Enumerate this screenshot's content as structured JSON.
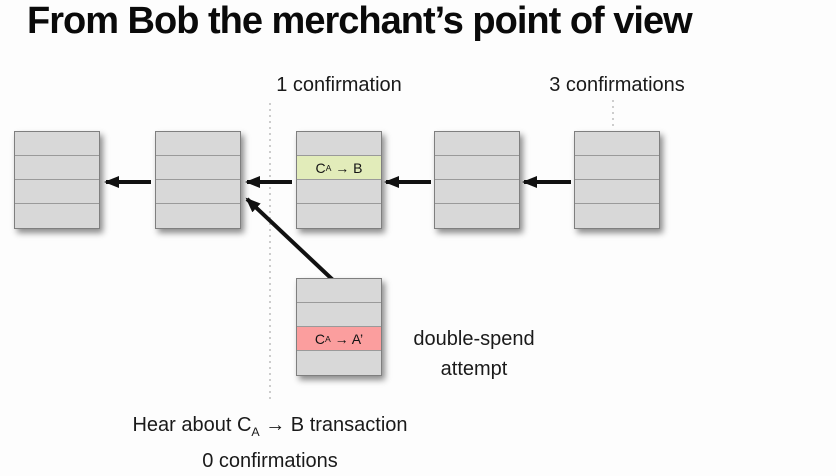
{
  "title": "From Bob the merchant’s point of view",
  "annotations": {
    "one_confirmation": "1 confirmation",
    "three_confirmations": "3 confirmations",
    "double_spend": {
      "line1": "double-spend",
      "line2": "attempt"
    },
    "hear": {
      "prefix": "Hear about C",
      "sub": "A",
      "rest": " → B transaction"
    },
    "zero_confirmations": "0 confirmations"
  },
  "transactions": {
    "to_b": {
      "prefix": "C",
      "sub": "A",
      "rest": " → B"
    },
    "to_a_prime": {
      "prefix": "C",
      "sub": "A",
      "rest": " → A’"
    }
  },
  "diagram": {
    "main_chain_block_count": 5,
    "fork_block_count": 1,
    "rows_per_block": 4
  },
  "colors": {
    "arrow": "#111111",
    "block_fill": "#d8d8d8",
    "block_border": "#7f7f7f",
    "row_divider": "#9a9a9a",
    "highlight_green": "#e2ecba",
    "highlight_red": "#fb9e9e",
    "dotted_line": "#bdbdbd",
    "text": "#1a1a1a"
  }
}
